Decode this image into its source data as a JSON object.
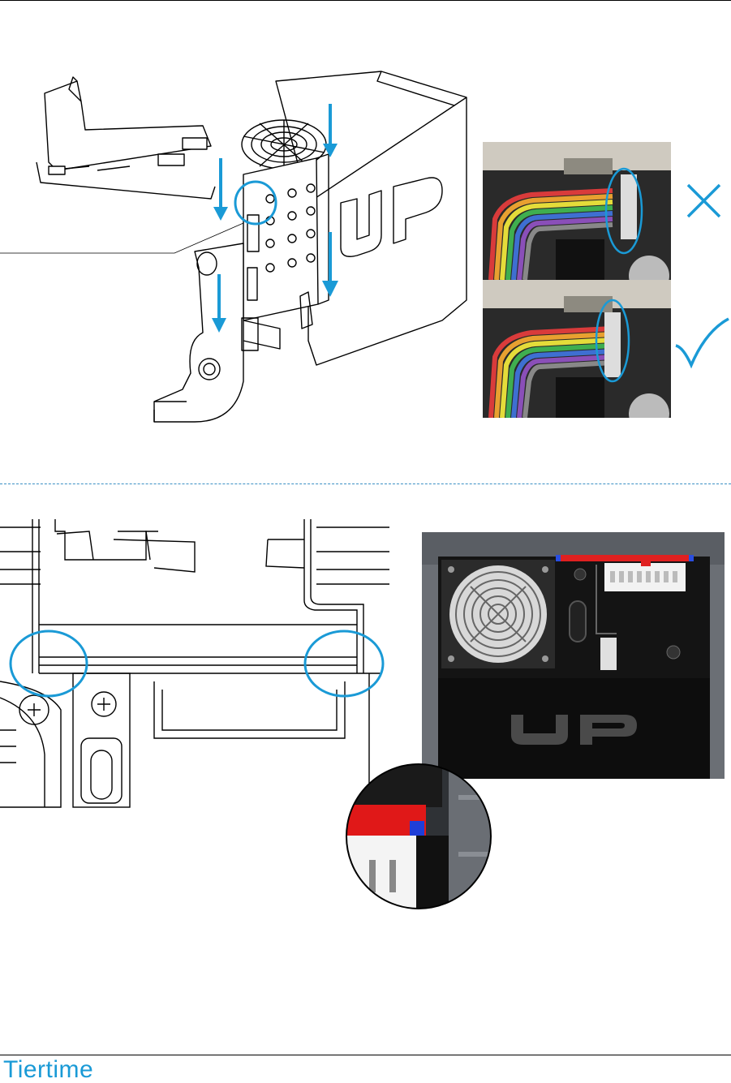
{
  "brand": {
    "logo_text": "Tiertime",
    "accent_color": "#1a9ad6",
    "product_mark": "UP"
  },
  "sections": [
    {
      "figures": [
        {
          "id": "extruder-assembly-drawing",
          "icons": [
            "down-arrow-icon",
            "highlight-circle-icon"
          ]
        },
        {
          "id": "cable-photo-wrong",
          "icon": "cross-icon"
        },
        {
          "id": "cable-photo-correct",
          "icon": "check-icon"
        }
      ]
    },
    {
      "figures": [
        {
          "id": "clip-alignment-drawing",
          "icons": [
            "highlight-circle-icon",
            "highlight-circle-icon"
          ]
        },
        {
          "id": "extruder-front-photo"
        },
        {
          "id": "connector-zoom-detail"
        }
      ]
    }
  ]
}
